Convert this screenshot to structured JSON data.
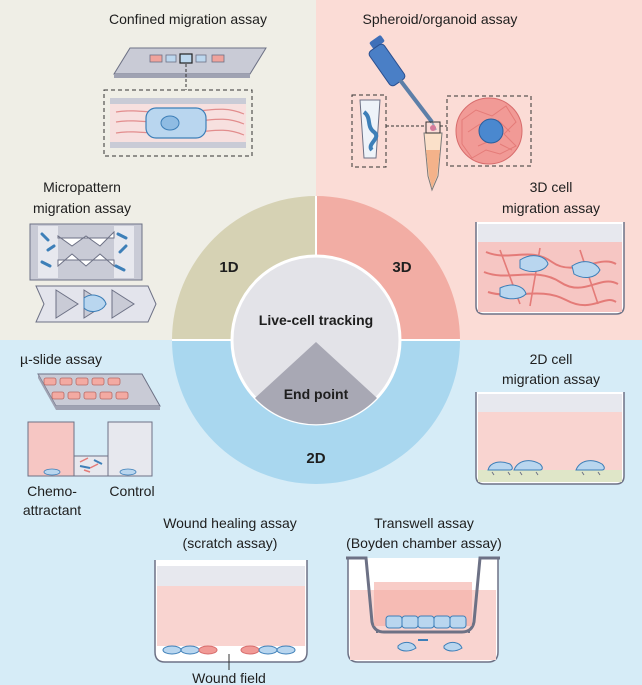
{
  "colors": {
    "panel_1d": "#efeee6",
    "panel_3d": "#fbdcd6",
    "panel_2d": "#d6ecf7",
    "ring_1d": "#d6d2b4",
    "ring_3d": "#f2ada4",
    "ring_2d": "#a9d7ef",
    "center": "#e3e3e8",
    "endpoint": "#a8a8b4",
    "medium_pink": "#f9d4d0",
    "cell_blue": "#b9d6ef",
    "cell_outline": "#3d7fb8"
  },
  "panels": {
    "confined": {
      "title": "Confined migration assay"
    },
    "spheroid": {
      "title": "Spheroid/organoid assay"
    },
    "micropattern": {
      "title_line1": "Micropattern",
      "title_line2": "migration assay"
    },
    "cell3d": {
      "title_line1": "3D cell",
      "title_line2": "migration assay"
    },
    "muslide": {
      "title": "µ-slide assay",
      "chemo_line1": "Chemo-",
      "chemo_line2": "attractant",
      "control": "Control"
    },
    "cell2d": {
      "title_line1": "2D cell",
      "title_line2": "migration assay"
    },
    "wound": {
      "title_line1": "Wound healing assay",
      "title_line2": "(scratch assay)",
      "field_label": "Wound field"
    },
    "transwell": {
      "title_line1": "Transwell assay",
      "title_line2": "(Boyden chamber assay)"
    }
  },
  "ring": {
    "label_1d": "1D",
    "label_3d": "3D",
    "label_2d": "2D",
    "center_top": "Live-cell tracking",
    "center_bottom": "End point"
  }
}
